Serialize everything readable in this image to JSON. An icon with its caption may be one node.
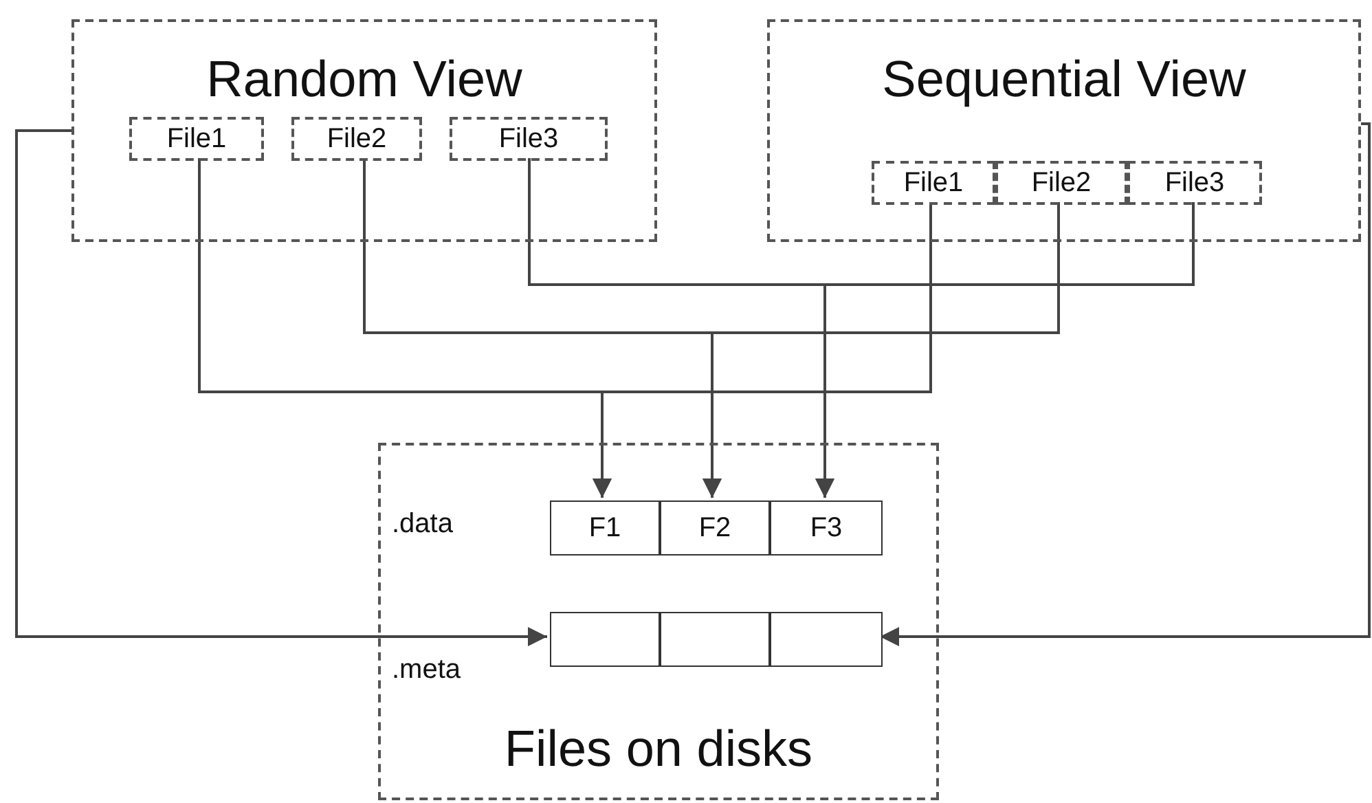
{
  "diagram": {
    "nodes": [
      {
        "text": [
          "Random View"
        ]
      },
      {
        "text": [
          "File1"
        ],
        "in": 0
      },
      {
        "text": [
          "File2"
        ],
        "in": 0
      },
      {
        "text": [
          "File3"
        ],
        "in": 0
      },
      {
        "text": [
          "Sequential View"
        ]
      },
      {
        "text": [
          "File1"
        ],
        "in": 4
      },
      {
        "text": [
          "File2"
        ],
        "in": 4
      },
      {
        "text": [
          "File3"
        ],
        "in": 4
      },
      {
        "text": [
          "Files on disks"
        ]
      },
      {
        "text": [
          "F1"
        ],
        "in": 8
      },
      {
        "text": [
          "F2"
        ],
        "in": 8
      },
      {
        "text": [
          "F3"
        ],
        "in": 8
      },
      {
        "text": [],
        "shape": "box",
        "in": 8
      },
      {
        "text": [],
        "shape": "box",
        "in": 8
      },
      {
        "text": [],
        "shape": "box",
        "in": 8
      }
    ],
    "edges": [
      {
        "from": 0,
        "to": 12,
        "arrow": "to"
      },
      {
        "from": 1,
        "to": 9,
        "arrow": "to"
      },
      {
        "from": 5,
        "to": 9,
        "arrow": "to"
      },
      {
        "from": 2,
        "to": 10,
        "arrow": "to"
      },
      {
        "from": 6,
        "to": 10,
        "arrow": "to"
      },
      {
        "from": 3,
        "to": 11,
        "arrow": "to"
      },
      {
        "from": 7,
        "to": 11,
        "arrow": "to"
      },
      {
        "from": 4,
        "to": 14,
        "arrow": "to"
      }
    ],
    "labels": [
      ".data",
      ".meta"
    ]
  }
}
